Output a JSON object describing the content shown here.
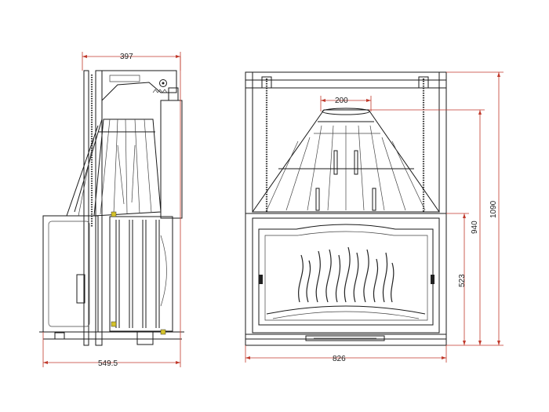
{
  "dimensions": {
    "side_top_width": "397",
    "side_bottom_width": "549.5",
    "front_flue": "200",
    "front_width": "826",
    "front_total_height": "1090",
    "front_mid_height": "940",
    "front_opening_height": "523"
  },
  "colors": {
    "line": "#1a1a1a",
    "dimension_line": "#c0392b",
    "background": "#ffffff"
  }
}
